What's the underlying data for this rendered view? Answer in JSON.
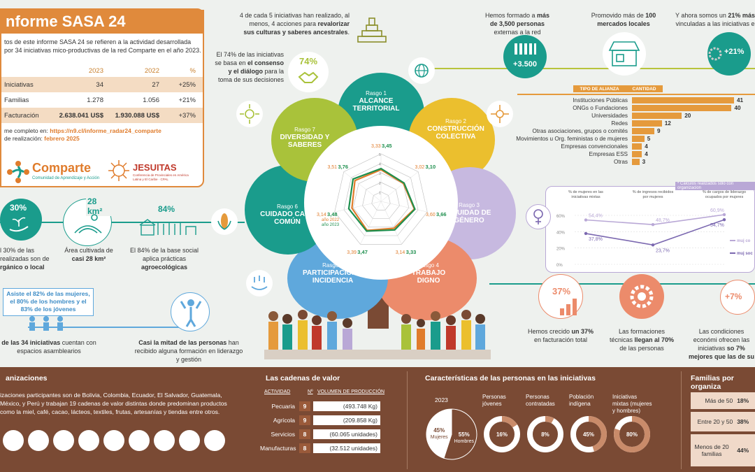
{
  "colors": {
    "orange": "#e08a3c",
    "teal": "#1a9c8c",
    "green": "#a9c23a",
    "yellow": "#ebbf2e",
    "lilac": "#b9a8d6",
    "salmon": "#ec8b6b",
    "blue": "#5fa8dc",
    "lime": "#b7c43b",
    "brown": "#7a4a34"
  },
  "header": {
    "title": "nforme SASA 24",
    "intro": "tos de este informe SASA 24 se refieren a la actividad desarrollada por 34 iniciativas mico-productivas de la red Comparte en el año 2023.",
    "table": {
      "cols": [
        "2023",
        "2022",
        "%"
      ],
      "rows": [
        {
          "label": "Iniciativas",
          "v2023": "34",
          "v2022": "27",
          "pct": "+25%"
        },
        {
          "label": "Familias",
          "v2023": "1.278",
          "v2022": "1.056",
          "pct": "+21%"
        },
        {
          "label": "Facturación",
          "v2023": "2.638.041 US$",
          "v2022": "1.930.088 US$",
          "pct": "+37%"
        }
      ]
    },
    "link_prefix": "me completo en: ",
    "link_url": "https://n9.cl/informe_radar24_comparte",
    "date_prefix": "de realización: ",
    "date": "febrero 2025",
    "logo_comparte": "Comparte",
    "logo_comparte_sub": "Comunidad de Aprendizaje y Acción",
    "logo_jesuitas": "JESUITAS",
    "logo_jesuitas_sub": "Conferencia de Provinciales en América Latina y El Caribe · CPAL"
  },
  "notes": {
    "cultures": {
      "pre": "4 de cada 5 iniciativas han realizado, al menos, 4 acciones para ",
      "bold": "revalorizar sus culturas y saberes ancestrales",
      "post": "."
    },
    "consensus": {
      "pre": "El 74% de las iniciativas se basa en ",
      "bold": "el consenso y el diálogo",
      "post": " para la toma de sus decisiones",
      "badge": "74%"
    },
    "trained": {
      "pre": "Hemos formado a ",
      "bold": "más de 3,500 personas",
      "post": " externas a la red",
      "badge": "+3.500"
    },
    "markets": {
      "pre": "Promovido más de ",
      "bold": "100 mercados locales"
    },
    "grew": {
      "pre": "Y ahora somos un ",
      "bold": "21% más",
      "post": " vinculadas a las iniciativas e",
      "badge": "+21%"
    },
    "organic": {
      "badge": "30%",
      "pre": "l 30% de las realizadas son de ",
      "bold": "rgánico o local"
    },
    "area": {
      "badge": "28 km²",
      "pre": "Área cultivada de ",
      "bold": "casi 28 km²"
    },
    "agro": {
      "badge": "84%",
      "pre": "El 84% de la base social aplica prácticas ",
      "bold": "agroecológicas"
    },
    "assembly": {
      "box": "Asiste el 82% de las mujeres, el 80% de los hombres y el 83% de los jóvenes",
      "bold": "de las 34 iniciativas",
      "post": " cuentan con espacios asamblearios"
    },
    "leadership": {
      "bold": "Casi la mitad de las personas",
      "post": " han recibido alguna formación en liderazgo y gestión"
    },
    "billing": {
      "badge": "37%",
      "pre": "Hemos crecido ",
      "bold": "un 37%",
      "post": " en facturación total"
    },
    "formations": {
      "pre": "Las formaciones técnicas ",
      "bold": "llegan al 70%",
      "post": " de las personas"
    },
    "economic": {
      "badge": "+7%",
      "pre": "Las condiciones económi ofrecen las iniciativas ",
      "bold": "so 7% mejores que las de su"
    }
  },
  "petals": [
    {
      "num": "Rasgo 1",
      "name": "ALCANCE TERRITORIAL"
    },
    {
      "num": "Rasgo 2",
      "name": "CONSTRUCCIÓN COLECTIVA"
    },
    {
      "num": "Rasgo 3",
      "name": "EQUIDAD DE GÉNERO"
    },
    {
      "num": "Rasgo 4",
      "name": "TRABAJO DIGNO"
    },
    {
      "num": "Rasgo 5",
      "name": "PARTICIPACIÓN + INCIDENCIA"
    },
    {
      "num": "Rasgo 6",
      "name": "CUIDADO CASA COMÚN"
    },
    {
      "num": "Rasgo 7",
      "name": "DIVERSIDAD Y SABERES"
    }
  ],
  "chart_data": [
    {
      "type": "radar",
      "axes": [
        "Rasgo 1",
        "Rasgo 2",
        "Rasgo 3",
        "Rasgo 4",
        "Rasgo 5",
        "Rasgo 6",
        "Rasgo 7"
      ],
      "rlim": [
        0,
        5
      ],
      "ticks": [
        1,
        2,
        3,
        4,
        5
      ],
      "series": [
        {
          "name": "año 2022",
          "color": "#e07c2c",
          "values": [
            3.33,
            3.02,
            3.6,
            3.14,
            3.39,
            3.14,
            3.51
          ]
        },
        {
          "name": "año 2023",
          "color": "#1e8f4e",
          "values": [
            3.45,
            3.1,
            3.66,
            3.33,
            3.47,
            3.48,
            3.76
          ]
        }
      ],
      "labels_2022": [
        "3,33",
        "3,02",
        "3,60",
        "3,14",
        "3,39",
        "3,14",
        "3,51"
      ],
      "labels_2023": [
        "3,45",
        "3,10",
        "3,66",
        "3,33",
        "3,47",
        "3,48",
        "3,76"
      ]
    },
    {
      "type": "bar",
      "orientation": "horizontal",
      "header_type": "TIPO DE ALIANZA",
      "header_qty": "CANTIDAD",
      "categories": [
        "Instituciones Públicas",
        "ONGs o Fundaciones",
        "Universidades",
        "Redes",
        "Otras asociaciones, grupos o comités",
        "Movimientos u Org. feministas o de mujeres",
        "Empresas convencionales",
        "Empresas ESS",
        "Otras"
      ],
      "values": [
        41,
        40,
        20,
        12,
        9,
        5,
        4,
        4,
        3
      ]
    },
    {
      "type": "line",
      "note": "* Cálculos realizados sólo con organizacion",
      "categories": [
        "% de mujeres en las iniciativas mixtas",
        "% de ingresos recibidos por mujeres",
        "% de cargos de liderazgo ocupados por mujeres"
      ],
      "ylim": [
        0,
        60
      ],
      "yticks": [
        "0%",
        "20%",
        "40%",
        "60%"
      ],
      "series": [
        {
          "name": "muj co",
          "color": "#b9a8d6",
          "values": [
            54.4,
            48.7,
            60.9
          ],
          "labels": [
            "54,4%",
            "48,7%",
            "60,9%"
          ]
        },
        {
          "name": "muj soc",
          "color": "#7b68b0",
          "values": [
            37.8,
            23.7,
            54.7
          ],
          "labels": [
            "37,8%",
            "23,7%",
            "54,7%"
          ]
        }
      ]
    },
    {
      "type": "pie",
      "year": "2023",
      "slices": [
        {
          "name": "Hombres",
          "value": 55,
          "label": "55%"
        },
        {
          "name": "Mujeres",
          "value": 45,
          "label": "45%"
        }
      ]
    },
    {
      "type": "donut_set",
      "items": [
        {
          "title": "Personas jóvenes",
          "value": 16,
          "label": "16%"
        },
        {
          "title": "Personas contratadas",
          "value": 8,
          "label": "8%"
        },
        {
          "title": "Población indígena",
          "value": 45,
          "label": "45%"
        },
        {
          "title": "Iniciativas mixtas (mujeres y hombres)",
          "value": 80,
          "label": "80%"
        }
      ]
    }
  ],
  "bottom": {
    "orgs_title": "anizaciones",
    "orgs_text": "izaciones participantes son de Bolivia, Colombia, Ecuador, El Salvador, Guatemala, México, y Perú y trabajan 19 cadenas de valor distintas donde predominan productos como la miel, café, cacao, lácteos, textiles, frutas, artesanías y tiendas entre otros.",
    "value_chains_title": "Las cadenas de valor",
    "vc_cols": [
      "ACTIVIDAD",
      "Nº",
      "VOLUMEN DE PRODUCCIÓN"
    ],
    "vc_rows": [
      {
        "act": "Pecuaria",
        "n": "9",
        "vol": "(493.748 Kg)"
      },
      {
        "act": "Agrícola",
        "n": "9",
        "vol": "(209.858 Kg)"
      },
      {
        "act": "Servicios",
        "n": "8",
        "vol": "(60.065 unidades)"
      },
      {
        "act": "Manufacturas",
        "n": "8",
        "vol": "(32.512 unidades)"
      }
    ],
    "people_title": "Características de las personas en las iniciativas",
    "families_title": "Familias por organiza",
    "fam_rows": [
      {
        "label": "Más de 50",
        "val": "18%"
      },
      {
        "label": "Entre 20 y 50",
        "val": "38%"
      },
      {
        "label": "Menos de 20 familias",
        "val": "44%"
      }
    ]
  }
}
